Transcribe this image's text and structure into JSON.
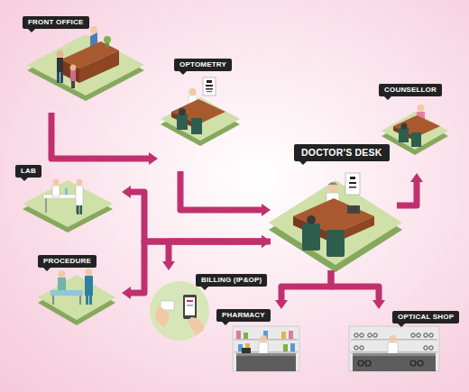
{
  "diagram": {
    "nodes": [
      {
        "text": [
          "FRONT OFFICE"
        ]
      },
      {
        "text": [
          "OPTOMETRY"
        ]
      },
      {
        "text": [
          "COUNSELLOR"
        ]
      },
      {
        "text": [
          "DOCTOR'S DESK"
        ]
      },
      {
        "text": [
          "LAB"
        ]
      },
      {
        "text": [
          "PROCEDURE"
        ]
      },
      {
        "text": [
          "BILLING (IP&OP)"
        ]
      },
      {
        "text": [
          "PHARMACY"
        ]
      },
      {
        "text": [
          "OPTICAL SHOP"
        ]
      }
    ],
    "edges": [
      {
        "from": 0,
        "to": 1,
        "arrow": "to"
      },
      {
        "from": 1,
        "to": 3,
        "arrow": "to"
      },
      {
        "from": 3,
        "to": 2,
        "arrow": "to"
      },
      {
        "from": 3,
        "to": 4,
        "arrow": "both"
      },
      {
        "from": 3,
        "to": 5,
        "arrow": "both"
      },
      {
        "from": 3,
        "to": 6,
        "arrow": "to"
      },
      {
        "from": 3,
        "to": 7,
        "arrow": "to"
      },
      {
        "from": 3,
        "to": 8,
        "arrow": "to"
      }
    ]
  }
}
